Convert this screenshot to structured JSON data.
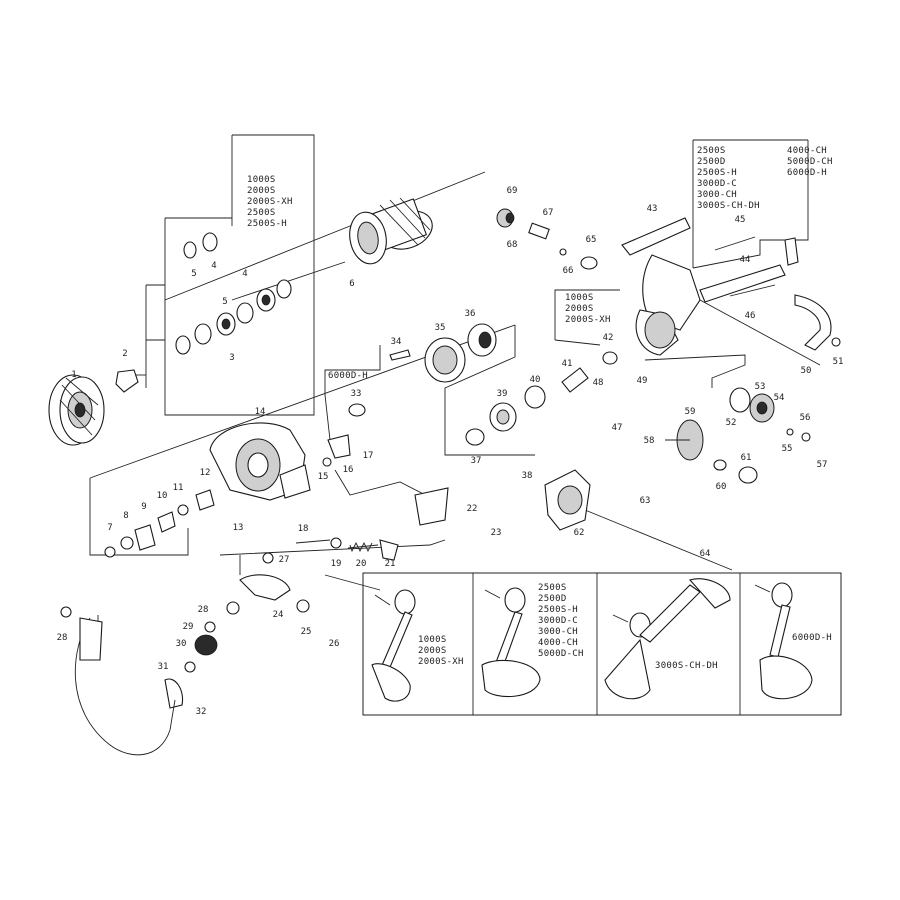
{
  "part_numbers": [
    "1",
    "2",
    "3",
    "4",
    "5",
    "6",
    "7",
    "8",
    "9",
    "10",
    "11",
    "12",
    "13",
    "14",
    "15",
    "16",
    "17",
    "18",
    "19",
    "20",
    "21",
    "22",
    "23",
    "24",
    "25",
    "26",
    "27",
    "28",
    "29",
    "30",
    "31",
    "32",
    "33",
    "34",
    "35",
    "36",
    "37",
    "38",
    "39",
    "40",
    "41",
    "42",
    "43",
    "44",
    "45",
    "46",
    "47",
    "48",
    "49",
    "50",
    "51",
    "52",
    "53",
    "54",
    "55",
    "56",
    "57",
    "58",
    "59",
    "60",
    "61",
    "62",
    "63",
    "64"
  ],
  "notes": {
    "spool_models": [
      "1000S",
      "2000S",
      "2000S-XH",
      "2500S",
      "2500S-H"
    ],
    "top_right_col1": [
      "2500S",
      "2500D",
      "2500S-H",
      "3000D-C",
      "3000-CH",
      "3000S-CH-DH"
    ],
    "top_right_col2": [
      "4000-CH",
      "5000D-CH",
      "6000D-H"
    ],
    "gear_models": [
      "1000S",
      "2000S",
      "2000S-XH"
    ],
    "mid_left_model": "6000D-H"
  },
  "handle_panels": [
    {
      "models": [
        "1000S",
        "2000S",
        "2000S-XH"
      ]
    },
    {
      "models": [
        "2500S",
        "2500D",
        "2500S-H",
        "3000D-C",
        "3000-CH",
        "4000-CH",
        "5000D-CH"
      ]
    },
    {
      "models": [
        "3000S-CH-DH"
      ]
    },
    {
      "models": [
        "6000D-H"
      ]
    }
  ]
}
